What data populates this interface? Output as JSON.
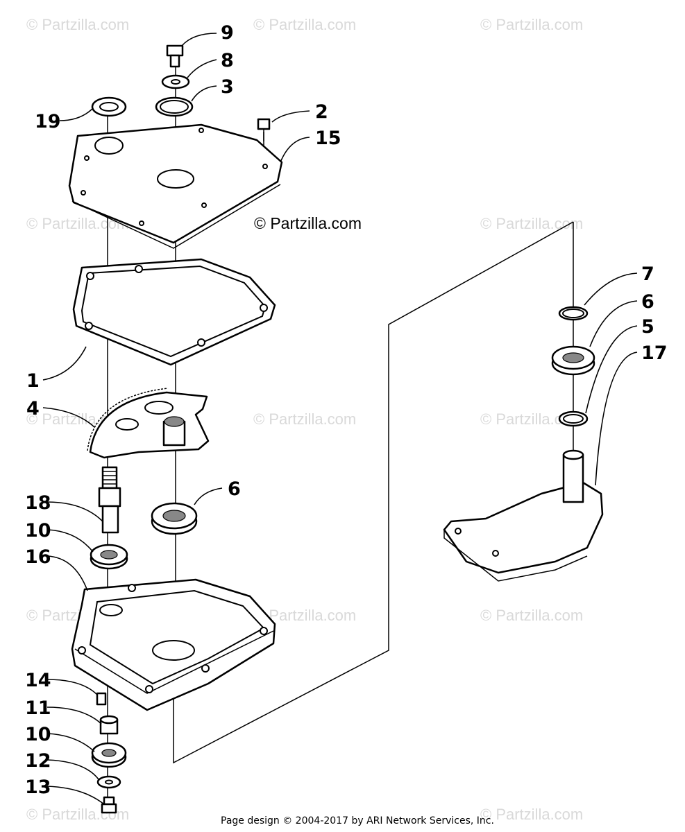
{
  "watermark": "© Partzilla.com",
  "copyright_label": "© Partzilla.com",
  "footer": "Page design © 2004-2017 by ARI Network Services, Inc.",
  "callouts": {
    "c9": "9",
    "c8": "8",
    "c3": "3",
    "c19": "19",
    "c2": "2",
    "c15": "15",
    "c1": "1",
    "c4": "4",
    "c18": "18",
    "c10a": "10",
    "c16": "16",
    "c6a": "6",
    "c14": "14",
    "c11": "11",
    "c10b": "10",
    "c12": "12",
    "c13": "13",
    "c7": "7",
    "c6b": "6",
    "c5": "5",
    "c17": "17"
  }
}
